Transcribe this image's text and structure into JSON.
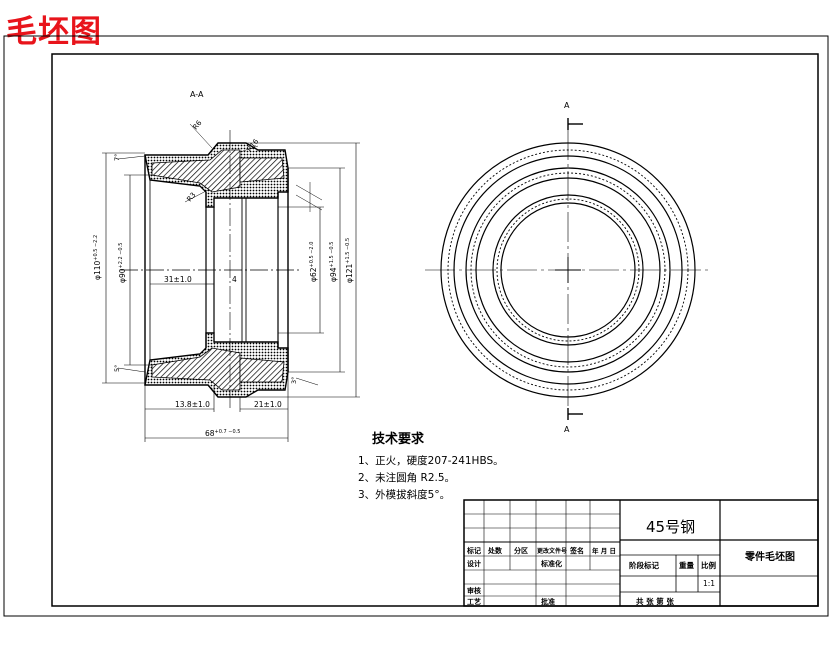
{
  "page_title": "毛坯图",
  "section_label": "A-A",
  "cut_marks": {
    "top": "A",
    "bottom": "A"
  },
  "dimensions": {
    "d110": "φ110",
    "d110_tol": "+0.5 −2.2",
    "d90": "φ90",
    "d90_tol": "+2.2 −0.5",
    "d62": "φ62",
    "d62_tol": "+0.5 −2.0",
    "d94": "φ94",
    "d94_tol": "+1.5 −0.5",
    "d121": "φ121",
    "d121_tol": "+1.5 −0.5",
    "len31": "31±1.0",
    "len4": "4",
    "len13": "13.8±1.0",
    "len21": "21±1.0",
    "len68": "68",
    "len68_tol": "+0.7 −0.5",
    "r6": "R6",
    "r16": "R16",
    "r3": "R3",
    "ang7": "7°",
    "ang5": "5°",
    "ang3": "3°"
  },
  "requirements": {
    "title": "技术要求",
    "items": [
      "1、正火，硬度207-241HBS。",
      "2、未注圆角 R2.5。",
      "3、外模拔斜度5°。"
    ]
  },
  "title_block": {
    "material": "45号钢",
    "drawing_name": "零件毛坯图",
    "scale_header": "比例",
    "scale": "1:1",
    "weight_header": "重量",
    "stage_header": "阶段标记",
    "sheets": "共  张  第  张",
    "rev_headers": [
      "标记",
      "处数",
      "分区",
      "更改文件号",
      "签名",
      "年 月 日"
    ],
    "design": "设计",
    "standard": "标准化",
    "review": "审核",
    "process": "工艺",
    "approve": "批准"
  }
}
